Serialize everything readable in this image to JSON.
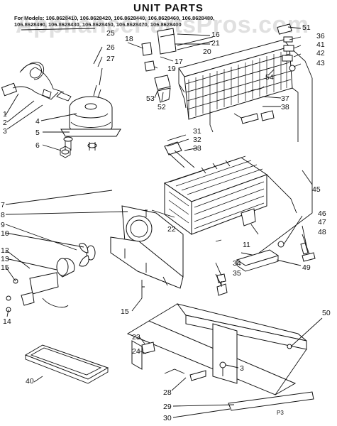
{
  "title": "UNIT PARTS",
  "models_line_1": "For Models: 106.8628410, 106.8628420, 106.8628440, 106.8628460, 106.8628480,",
  "models_line_2": "106.8628490, 106.8628430, 106.8628450, 106.8628470, 106.8628400",
  "watermark": "AppliancePartsPros.com",
  "page_code": "P3",
  "callouts": [
    "1",
    "2",
    "3",
    "4",
    "5",
    "6",
    "7",
    "8",
    "9",
    "10",
    "11",
    "12",
    "13",
    "14",
    "15",
    "15",
    "16",
    "17",
    "18",
    "19",
    "20",
    "21",
    "22",
    "23",
    "24",
    "25",
    "26",
    "27",
    "28",
    "29",
    "30",
    "31",
    "32",
    "33",
    "34",
    "35",
    "36",
    "37",
    "38",
    "3",
    "40",
    "41",
    "42",
    "43",
    "45",
    "46",
    "47",
    "48",
    "49",
    "50",
    "51",
    "52",
    "53",
    "54"
  ]
}
